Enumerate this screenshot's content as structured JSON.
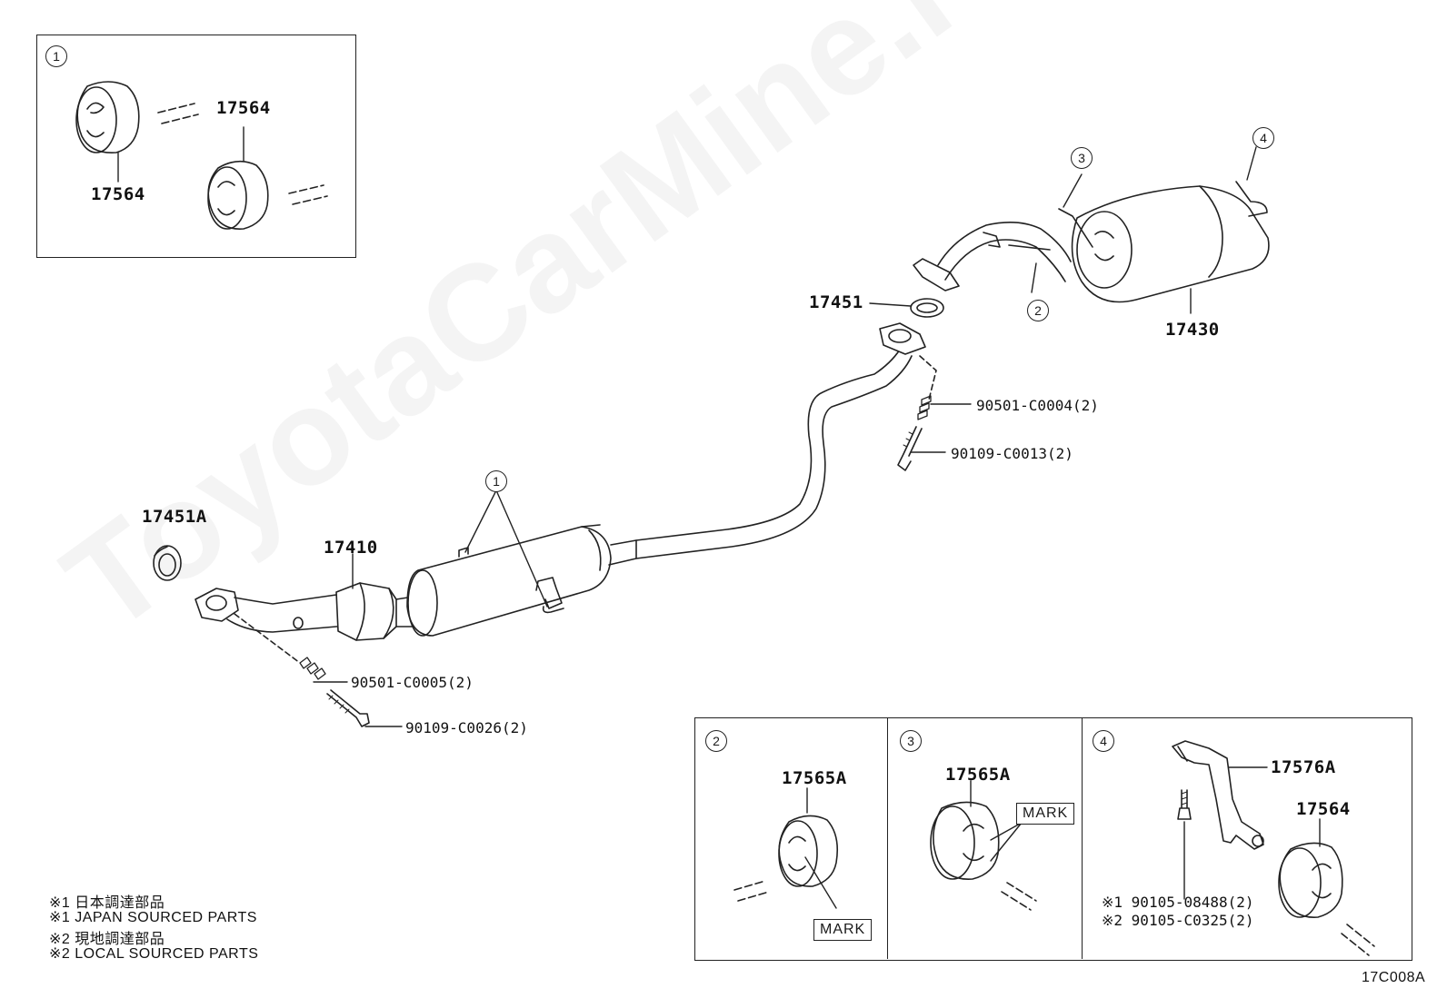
{
  "watermark": "ToyotaCarMine.ru",
  "diagram_code": "17C008A",
  "callouts": {
    "c1": "1",
    "c2": "2",
    "c3": "3",
    "c4": "4"
  },
  "inset1": {
    "badge": "1",
    "part_upper": "17564",
    "part_lower": "17564"
  },
  "main": {
    "p17451A": "17451A",
    "p17410": "17410",
    "p17451": "17451",
    "p17430": "17430",
    "spring_front": "90501-C0005(2)",
    "bolt_front": "90109-C0026(2)",
    "spring_rear": "90501-C0004(2)",
    "bolt_rear": "90109-C0013(2)"
  },
  "inset2": {
    "badge": "2",
    "part": "17565A",
    "mark": "MARK"
  },
  "inset3": {
    "badge": "3",
    "part": "17565A",
    "mark": "MARK"
  },
  "inset4": {
    "badge": "4",
    "bracket": "17576A",
    "hanger": "17564",
    "bolt1": "※1  90105-08488(2)",
    "bolt2": "※2  90105-C0325(2)"
  },
  "notes": [
    "※1  日本調達部品",
    "※1  JAPAN SOURCED PARTS",
    "※2  現地調達部品",
    "※2  LOCAL SOURCED PARTS"
  ]
}
